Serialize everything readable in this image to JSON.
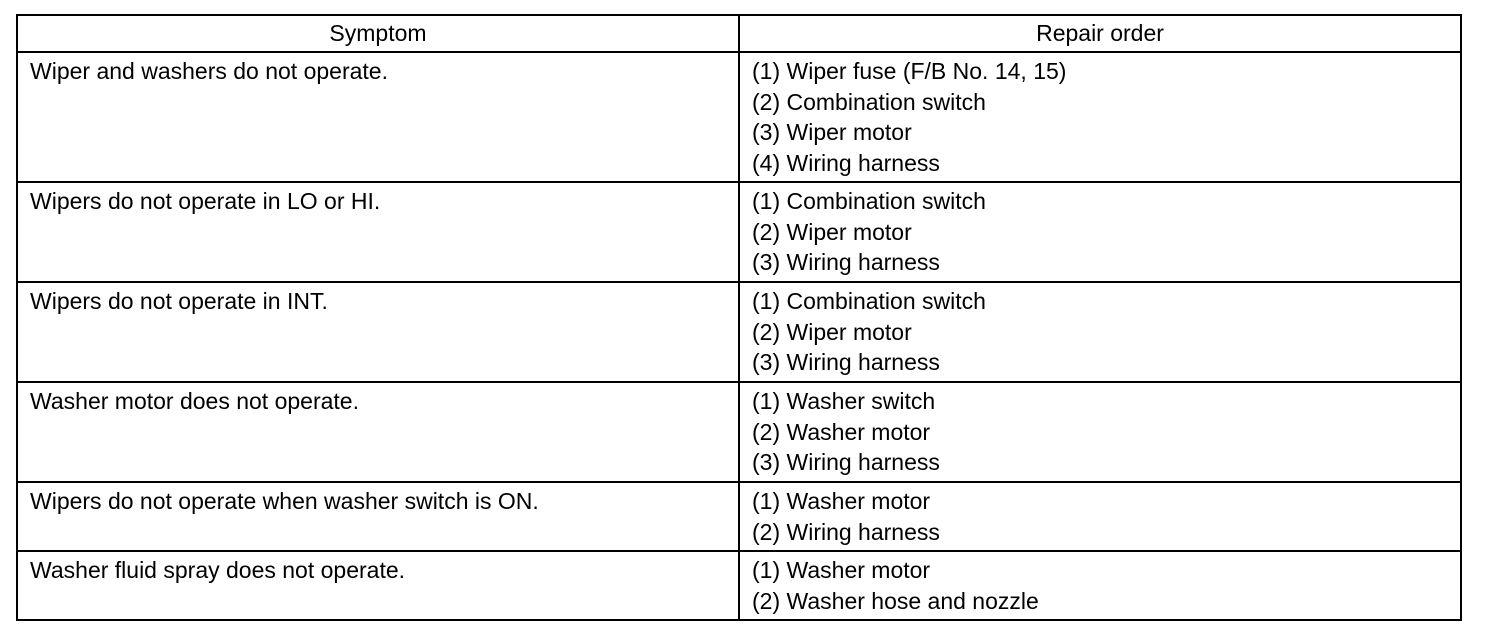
{
  "table": {
    "headers": {
      "symptom": "Symptom",
      "repair_order": "Repair order"
    },
    "rows": [
      {
        "symptom": "Wiper and washers do not operate.",
        "steps": [
          "(1) Wiper fuse (F/B No. 14, 15)",
          "(2) Combination switch",
          "(3) Wiper motor",
          "(4) Wiring harness"
        ]
      },
      {
        "symptom": "Wipers do not operate in LO or HI.",
        "steps": [
          "(1) Combination switch",
          "(2) Wiper motor",
          "(3) Wiring harness"
        ]
      },
      {
        "symptom": "Wipers do not operate in INT.",
        "steps": [
          "(1) Combination switch",
          "(2) Wiper motor",
          "(3) Wiring harness"
        ]
      },
      {
        "symptom": "Washer motor does not operate.",
        "steps": [
          "(1) Washer switch",
          "(2) Washer motor",
          "(3) Wiring harness"
        ]
      },
      {
        "symptom": "Wipers do not operate when washer switch is ON.",
        "steps": [
          "(1) Washer motor",
          "(2) Wiring harness"
        ]
      },
      {
        "symptom": "Washer fluid spray does not operate.",
        "steps": [
          "(1) Washer motor",
          "(2) Washer hose and nozzle"
        ]
      }
    ]
  }
}
